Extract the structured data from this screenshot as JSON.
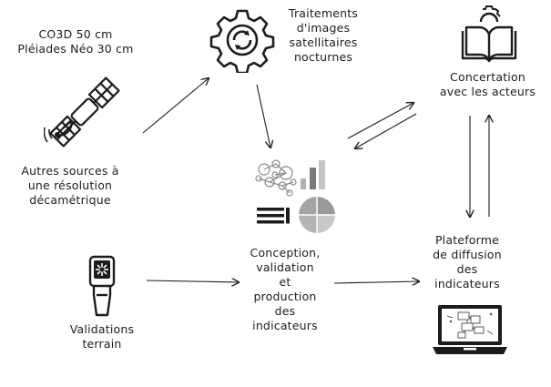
{
  "nodes": {
    "sources": {
      "lines": [
        "CO3D 50 cm",
        "Pléiades Néo 30 cm"
      ]
    },
    "other_sources": {
      "lines": [
        "Autres sources à",
        "une résolution",
        "décamétrique"
      ]
    },
    "processing": {
      "lines": [
        "Traitements",
        "d'images",
        "satellitaires",
        "nocturnes"
      ]
    },
    "concertation": {
      "lines": [
        "Concertation",
        "avec les acteurs"
      ]
    },
    "conception": {
      "lines": [
        "Conception,",
        "validation",
        "et",
        "production",
        "des",
        "indicateurs"
      ]
    },
    "field": {
      "lines": [
        "Validations",
        "terrain"
      ]
    },
    "platform": {
      "lines": [
        "Plateforme",
        "de diffusion",
        "des",
        "indicateurs"
      ]
    }
  },
  "icons": {
    "satellite": "satellite-icon",
    "gear": "gear-refresh-icon",
    "book": "book-gear-icon",
    "analytics": "analytics-chart-icon",
    "sensor": "handheld-sensor-icon",
    "laptop": "laptop-dashboard-icon"
  },
  "colors": {
    "ink": "#1c1c1c",
    "chart_gray": "#9a9a9a",
    "chart_light": "#c8c8c8"
  }
}
